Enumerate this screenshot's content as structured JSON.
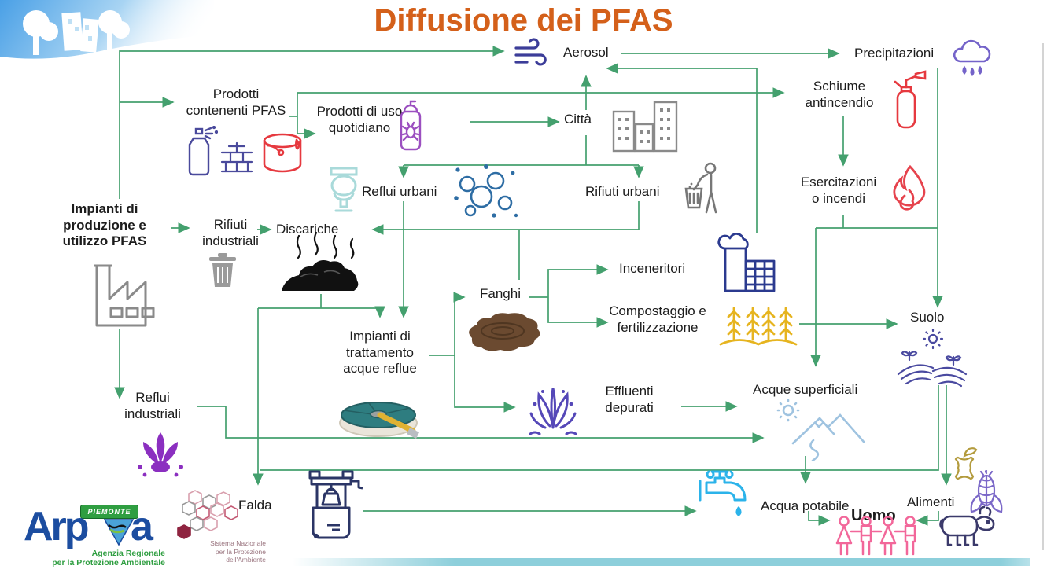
{
  "title": "Diffusione dei PFAS",
  "colors": {
    "title_orange": "#d4601a",
    "arrow_green": "#44a06e",
    "bottom_bar_blue": "#8dcfdb",
    "aerosol_indigo": "#3c3d99",
    "rain_purple": "#7463c9",
    "fire_red": "#e6393f",
    "sludge_brown": "#6b4a30",
    "wheat_gold": "#e6b41f",
    "people_pink": "#f2679a",
    "faucet_cyan": "#2bb3ea"
  },
  "nodes": {
    "aerosol": {
      "label": "Aerosol",
      "icon": "wind-icon"
    },
    "precipitazioni": {
      "label": "Precipitazioni",
      "icon": "rain-cloud-icon"
    },
    "prodotti_contenenti_pfas": {
      "label": "Prodotti\ncontenenti PFAS",
      "icons": [
        "spray-can-icon",
        "brick-wall-icon",
        "paint-bucket-icon"
      ]
    },
    "prodotti_uso_quotidiano": {
      "label": "Prodotti di uso\nquotidiano",
      "icon": "insecticide-spray-icon"
    },
    "citta": {
      "label": "Città",
      "icon": "city-buildings-icon"
    },
    "schiume_antincendio": {
      "label": "Schiume\nantincendio",
      "icon": "fire-extinguisher-icon"
    },
    "esercitazioni_o_incendi": {
      "label": "Esercitazioni\no incendi",
      "icon": "fire-icon"
    },
    "reflui_urbani": {
      "label": "Reflui urbani",
      "icons": [
        "toilet-icon",
        "bubbles-icon"
      ]
    },
    "rifiuti_urbani": {
      "label": "Rifiuti urbani",
      "icon": "person-littering-icon"
    },
    "impianti_produzione": {
      "label": "Impianti di\nproduzione e\nutilizzo PFAS",
      "icon": "factory-icon"
    },
    "rifiuti_industriali": {
      "label": "Rifiuti\nindustriali",
      "icon": "trash-bin-icon"
    },
    "discariche": {
      "label": "Discariche",
      "icon": "waste-pile-icon"
    },
    "fanghi": {
      "label": "Fanghi",
      "icon": "sludge-icon"
    },
    "inceneritori": {
      "label": "Inceneritori",
      "icon": "incinerator-icon"
    },
    "compostaggio": {
      "label": "Compostaggio e\nfertilizzazione",
      "icon": "wheat-icon"
    },
    "suolo": {
      "label": "Suolo",
      "icon": "cultivated-field-icon"
    },
    "impianti_trattamento": {
      "label": "Impianti di\ntrattamento\nacque reflue",
      "icon": "clarifier-tank-icon"
    },
    "effluenti_depurati": {
      "label": "Effluenti\ndepurati",
      "icon": "water-splash-icon"
    },
    "acque_superficiali": {
      "label": "Acque superficiali",
      "icon": "mountain-river-icon"
    },
    "reflui_industriali": {
      "label": "Reflui\nindustriali",
      "icon": "purple-splash-icon"
    },
    "falda": {
      "label": "Falda",
      "icon": "water-well-icon"
    },
    "acqua_potabile": {
      "label": "Acqua potabile",
      "icon": "faucet-icon"
    },
    "alimenti": {
      "label": "Alimenti",
      "icons": [
        "apple-core-icon",
        "corn-icon"
      ]
    },
    "uomo": {
      "label": "Uomo",
      "icon": "people-icon"
    },
    "allevamento": {
      "label": "",
      "icon": "cow-icon"
    }
  },
  "edges": [
    {
      "from": "impianti_produzione",
      "to": "aerosol"
    },
    {
      "from": "impianti_produzione",
      "to": "prodotti_contenenti_pfas"
    },
    {
      "from": "impianti_produzione",
      "to": "rifiuti_industriali"
    },
    {
      "from": "impianti_produzione",
      "to": "reflui_industriali"
    },
    {
      "from": "prodotti_contenenti_pfas",
      "to": "schiume_antincendio"
    },
    {
      "from": "prodotti_contenenti_pfas",
      "to": "prodotti_uso_quotidiano"
    },
    {
      "from": "prodotti_uso_quotidiano",
      "to": "citta"
    },
    {
      "from": "citta",
      "to": "aerosol"
    },
    {
      "from": "citta",
      "to": "reflui_urbani"
    },
    {
      "from": "citta",
      "to": "rifiuti_urbani"
    },
    {
      "from": "aerosol",
      "to": "precipitazioni"
    },
    {
      "from": "inceneritori",
      "to": "aerosol"
    },
    {
      "from": "schiume_antincendio",
      "to": "esercitazioni_o_incendi"
    },
    {
      "from": "esercitazioni_o_incendi",
      "to": "acque_superficiali"
    },
    {
      "from": "esercitazioni_o_incendi",
      "to": "suolo"
    },
    {
      "from": "precipitazioni",
      "to": "suolo"
    },
    {
      "from": "rifiuti_industriali",
      "to": "discariche"
    },
    {
      "from": "rifiuti_urbani",
      "to": "discariche"
    },
    {
      "from": "fanghi",
      "to": "discariche"
    },
    {
      "from": "reflui_urbani",
      "to": "impianti_trattamento"
    },
    {
      "from": "discariche",
      "to": "impianti_trattamento"
    },
    {
      "from": "discariche",
      "to": "falda"
    },
    {
      "from": "impianti_trattamento",
      "to": "fanghi"
    },
    {
      "from": "impianti_trattamento",
      "to": "effluenti_depurati"
    },
    {
      "from": "fanghi",
      "to": "inceneritori"
    },
    {
      "from": "fanghi",
      "to": "compostaggio"
    },
    {
      "from": "compostaggio",
      "to": "suolo"
    },
    {
      "from": "effluenti_depurati",
      "to": "acque_superficiali"
    },
    {
      "from": "reflui_industriali",
      "to": "acque_superficiali"
    },
    {
      "from": "acque_superficiali",
      "to": "acqua_potabile"
    },
    {
      "from": "suolo",
      "to": "falda"
    },
    {
      "from": "suolo",
      "to": "alimenti"
    },
    {
      "from": "falda",
      "to": "acqua_potabile"
    },
    {
      "from": "acqua_potabile",
      "to": "uomo"
    },
    {
      "from": "alimenti",
      "to": "uomo"
    }
  ],
  "logos": {
    "arpa": {
      "name_part1": "Arp",
      "name_part2": "a",
      "badge": "PIEMONTE",
      "tagline": "Agenzia Regionale\nper la Protezione Ambientale"
    },
    "snpa": {
      "caption": "Sistema Nazionale\nper la Protezione\ndell'Ambiente"
    }
  }
}
